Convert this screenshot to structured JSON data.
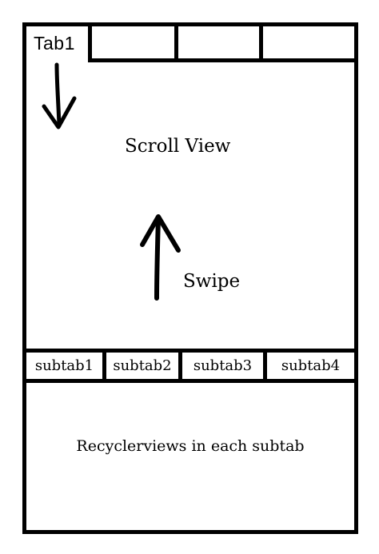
{
  "tabs": {
    "first_label": "Tab1",
    "others": [
      "",
      "",
      ""
    ]
  },
  "scroll_view": {
    "label": "Scroll View",
    "swipe_label": "Swipe"
  },
  "subtabs": [
    "subtab1",
    "subtab2",
    "subtab3",
    "subtab4"
  ],
  "bottom": {
    "label": "Recyclerviews in each subtab"
  },
  "colors": {
    "ink": "#000000",
    "background": "#ffffff"
  },
  "icons": {
    "down_arrow": "down-arrow",
    "up_arrow": "up-arrow"
  }
}
